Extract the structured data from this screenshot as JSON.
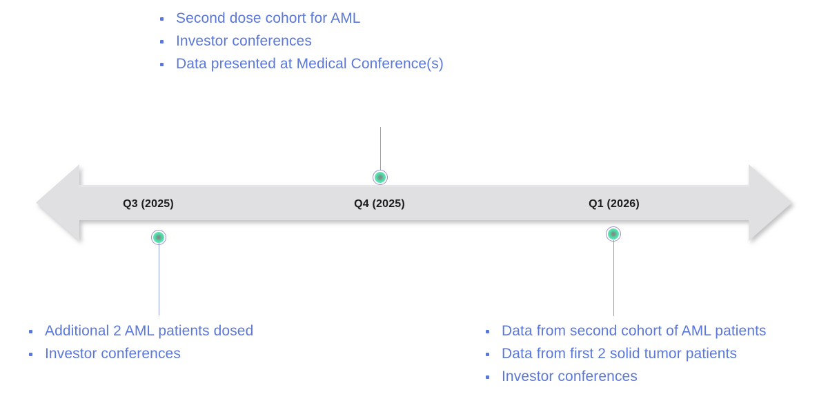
{
  "diagram": {
    "type": "timeline",
    "title": "",
    "accent_color": "#5b78d8",
    "arrow_color": "#e0e0e2",
    "marker_color": "#4fd9a6",
    "connector_color": "#8f9ad6",
    "label_color": "#1b1b1b"
  },
  "timeline": {
    "periods": [
      {
        "label": "Q3 (2025)"
      },
      {
        "label": "Q4 (2025)"
      },
      {
        "label": "Q1 (2026)"
      }
    ]
  },
  "milestones": {
    "top_q4": {
      "anchor_period": "Q4 (2025)",
      "position": "above",
      "items": [
        "Second dose cohort for AML",
        "Investor conferences",
        "Data presented at Medical Conference(s)"
      ]
    },
    "bottom_q3": {
      "anchor_period": "Q3 (2025)",
      "position": "below",
      "items": [
        "Additional 2 AML patients dosed",
        "Investor conferences"
      ]
    },
    "bottom_q1": {
      "anchor_period": "Q1 (2026)",
      "position": "below",
      "items": [
        "Data from second cohort of AML patients",
        "Data from first 2 solid tumor patients",
        "Investor conferences"
      ]
    }
  }
}
